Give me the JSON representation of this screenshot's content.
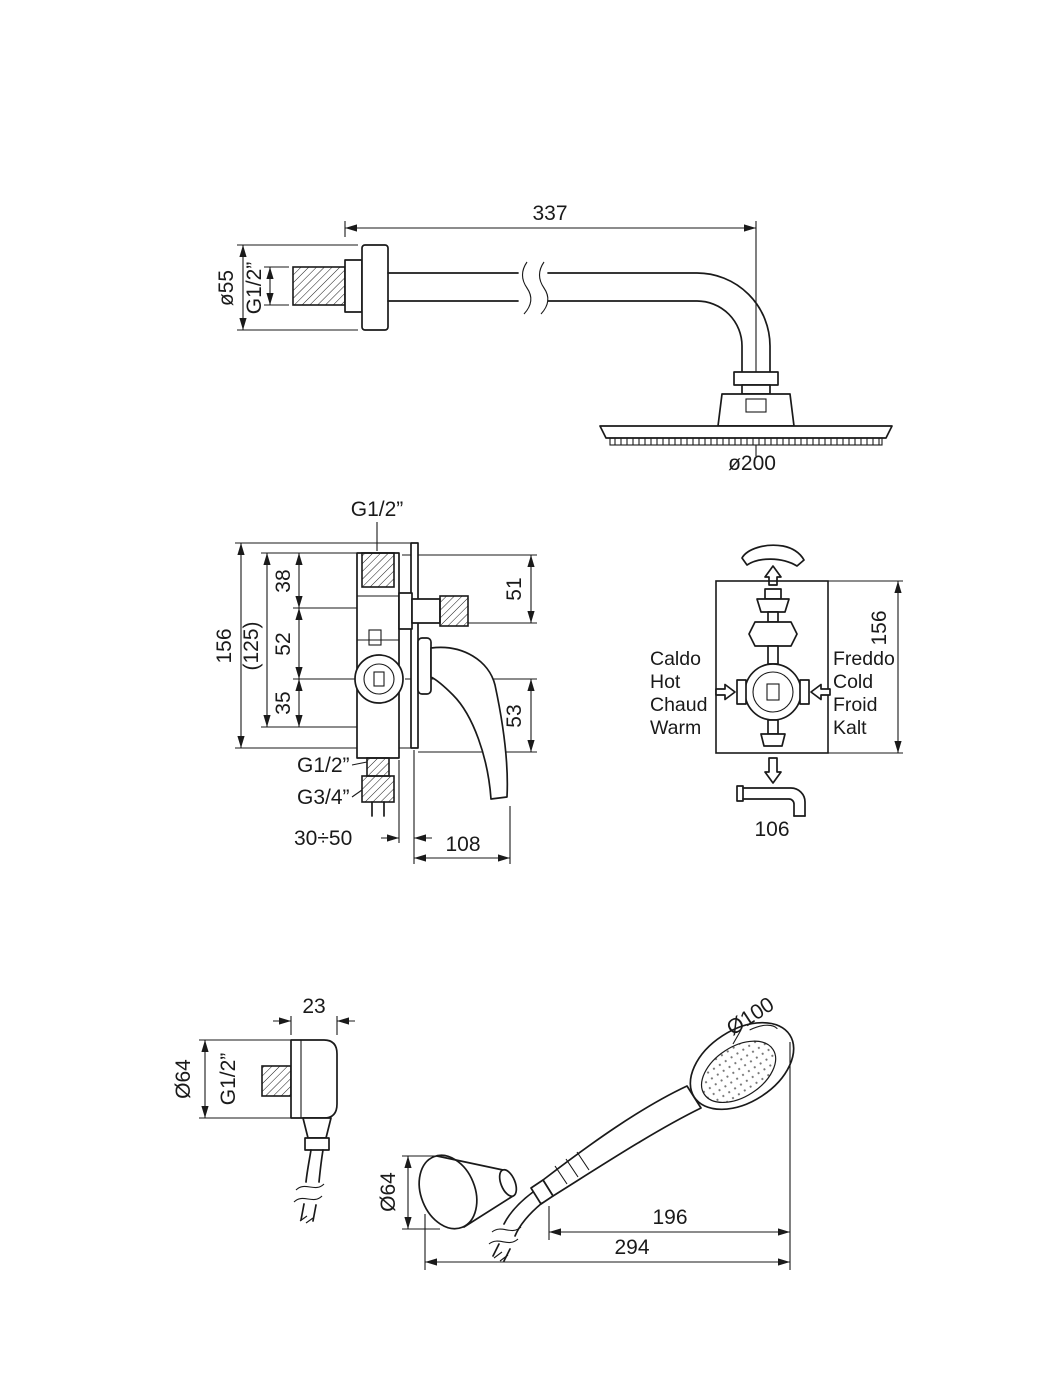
{
  "meta": {
    "type": "technical-drawing",
    "subject": "shower-mixer-set"
  },
  "colors": {
    "line": "#1a1a1a",
    "background": "#ffffff"
  },
  "top": {
    "arm_length": "337",
    "flange_diameter": "ø55",
    "wall_thread": "G1/2”",
    "head_diameter": "ø200"
  },
  "mixer": {
    "top_thread": "G1/2”",
    "height_total": "156",
    "height_body": "(125)",
    "seg_top": "38",
    "seg_mid": "52",
    "seg_bottom": "35",
    "outlet_offset": "51",
    "handle_offset": "53",
    "bottom_thread_a": "G1/2”",
    "bottom_thread_b": "G3/4”",
    "depth_range": "30÷50",
    "depth_total": "108"
  },
  "schematic": {
    "hot_labels": [
      "Caldo",
      "Hot",
      "Chaud",
      "Warm"
    ],
    "cold_labels": [
      "Freddo",
      "Cold",
      "Froid",
      "Kalt"
    ],
    "height": "156",
    "arm_length": "106"
  },
  "outlet": {
    "width": "23",
    "diameter": "Ø64",
    "thread": "G1/2”"
  },
  "handshower": {
    "head_diameter": "Ø100",
    "holder_diameter": "Ø64",
    "length_head": "196",
    "length_total": "294"
  }
}
